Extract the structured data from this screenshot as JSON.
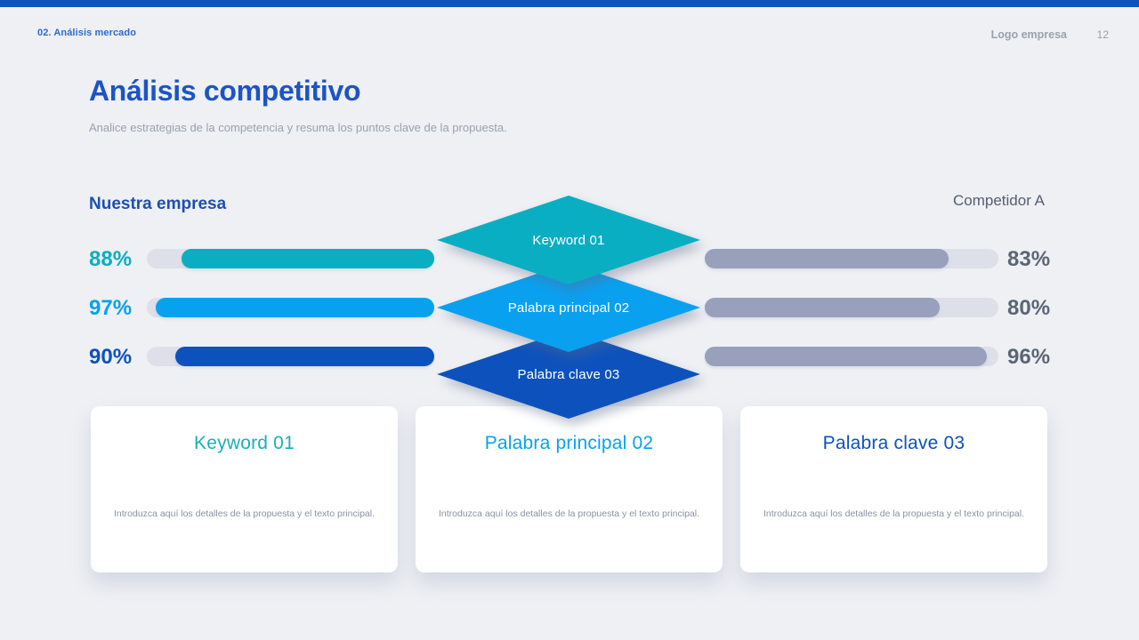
{
  "slide": {
    "background": "#EEF0F4",
    "accent_bar_color": "#0D53C2"
  },
  "header": {
    "breadcrumb": "02. Análisis mercado",
    "logo_text": "Logo empresa",
    "page_number": "12"
  },
  "title": "Análisis competitivo",
  "subtitle": "Analice estrategias de la competencia y resuma los puntos clave de la propuesta.",
  "chart": {
    "left_column_label": "Nuestra empresa",
    "right_column_label": "Competidor A",
    "track_color": "#DDE0E9",
    "right_bar_color": "#98A0BC",
    "rows": [
      {
        "keyword": "Keyword 01",
        "left_pct_label": "88%",
        "left_value": 88,
        "right_pct_label": "83%",
        "right_value": 83,
        "color": "#0AAEC2"
      },
      {
        "keyword": "Palabra principal 02",
        "left_pct_label": "97%",
        "left_value": 97,
        "right_pct_label": "80%",
        "right_value": 80,
        "color": "#0AA0F0"
      },
      {
        "keyword": "Palabra clave 03",
        "left_pct_label": "90%",
        "left_value": 90,
        "right_pct_label": "96%",
        "right_value": 96,
        "color": "#0D52BC"
      }
    ]
  },
  "cards": [
    {
      "title": "Keyword 01",
      "title_color": "#1BAEB9",
      "body": "Introduzca aquí los detalles de la propuesta y el texto principal."
    },
    {
      "title": "Palabra principal 02",
      "title_color": "#0AA0F0",
      "body": "Introduzca aquí los detalles de la propuesta y el texto principal."
    },
    {
      "title": "Palabra clave 03",
      "title_color": "#0D52BC",
      "body": "Introduzca aquí los detalles de la propuesta y el texto principal."
    }
  ]
}
